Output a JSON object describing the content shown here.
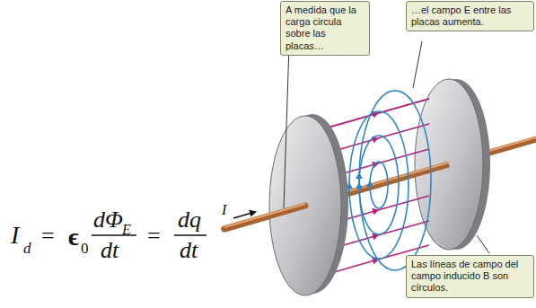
{
  "diagram": {
    "nodes": [
      {
        "text": [
          "A medida que la carga circula sobre las placas…"
        ]
      },
      {
        "text": [
          "…el campo E entre las placas aumenta."
        ]
      },
      {
        "text": [
          "Las líneas de campo del campo inducido B son círculos."
        ]
      }
    ],
    "labels": [
      "I",
      "d",
      "=",
      "ϵ",
      "0",
      "dΦ",
      "E",
      "dt",
      "=",
      "dq",
      "dt",
      "I"
    ]
  }
}
